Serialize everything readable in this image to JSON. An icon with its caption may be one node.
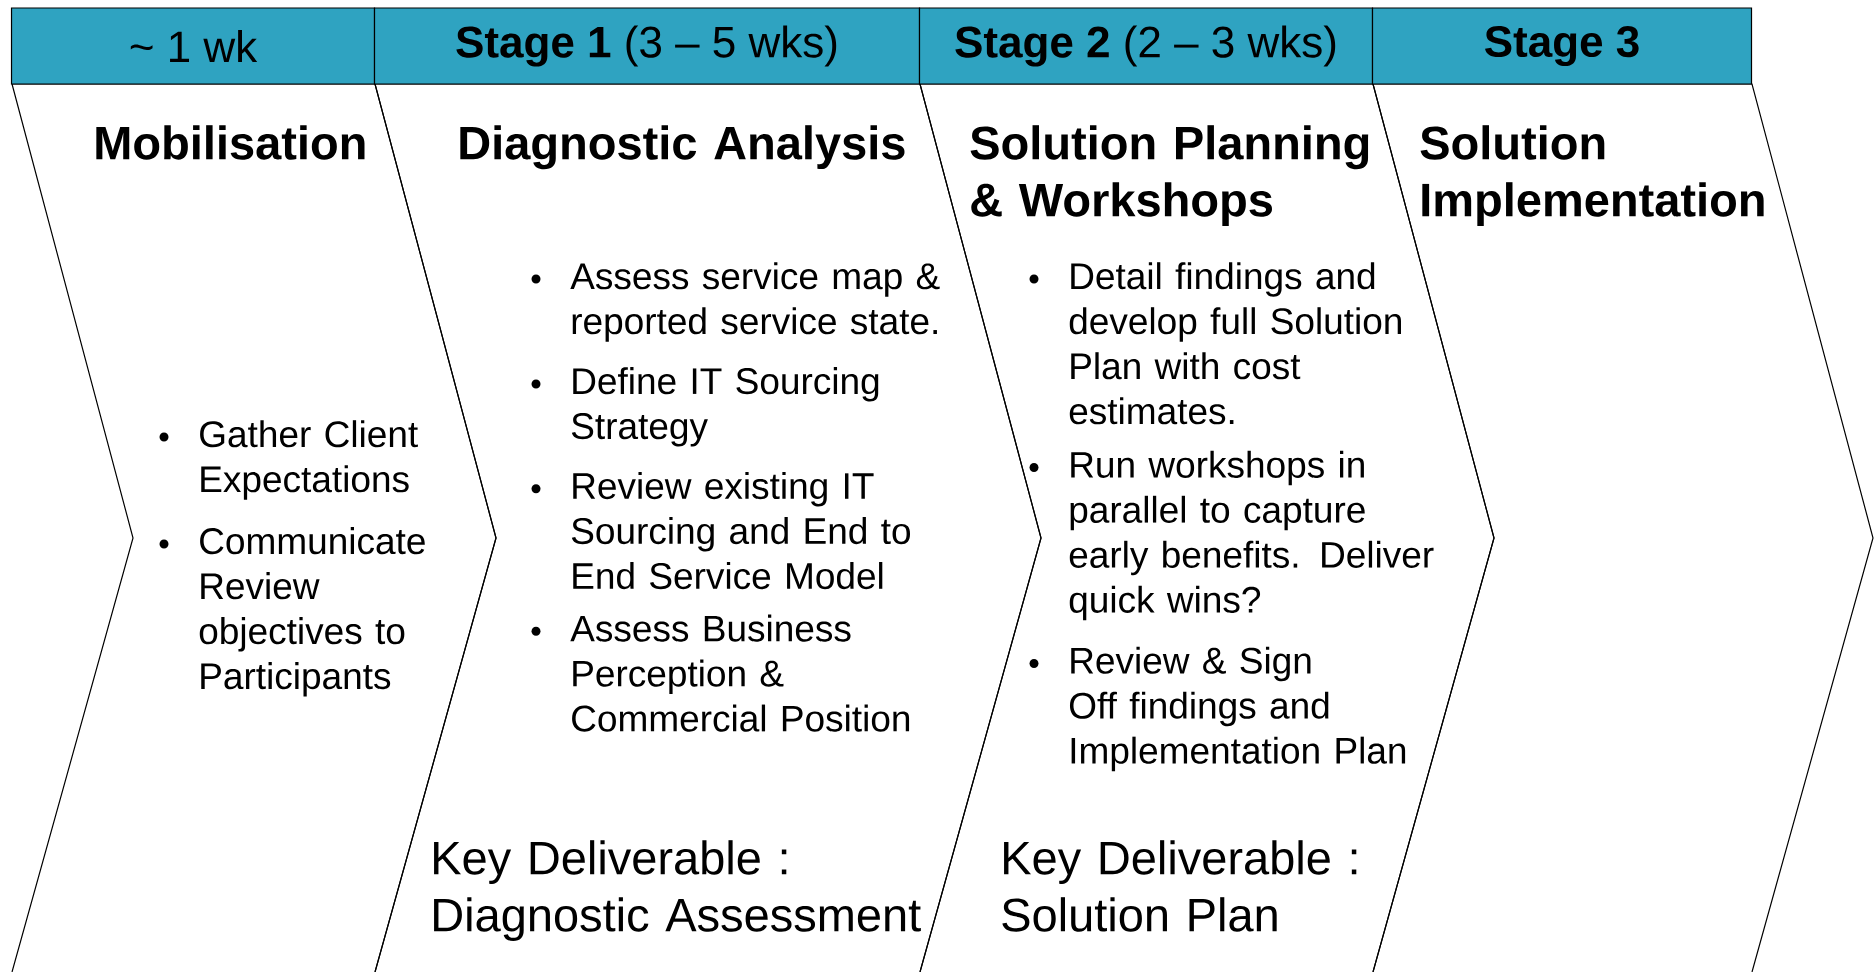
{
  "diagram": {
    "nodes": [
      {
        "text": [
          "~ 1 wk"
        ]
      },
      {
        "text": [
          "**Stage 1** (3 – 5 wks)"
        ]
      },
      {
        "text": [
          "**Stage 2** (2 – 3 wks)"
        ]
      },
      {
        "text": [
          "Stage 3"
        ]
      },
      {
        "text": [
          "Mobilisation",
          "Gather Client Expectations",
          "Communicate Review objectives to Participants"
        ]
      },
      {
        "text": [
          "Diagnostic Analysis",
          "Assess service map & reported service state.",
          "Define IT Sourcing Strategy",
          "Review existing IT Sourcing and End to End Service Model",
          "Assess Business Perception & Commercial Position",
          "Key Deliverable : Diagnostic Assessment"
        ]
      },
      {
        "text": [
          "Solution Planning & Workshops",
          "Detail findings and develop full Solution Plan with cost estimates.",
          "Run workshops in parallel to capture early benefits.  Deliver quick wins?",
          "Review & Sign Off findings and Implementation Plan",
          "Key Deliverable : Solution Plan"
        ]
      },
      {
        "text": [
          "Solution Implementation"
        ]
      }
    ]
  }
}
